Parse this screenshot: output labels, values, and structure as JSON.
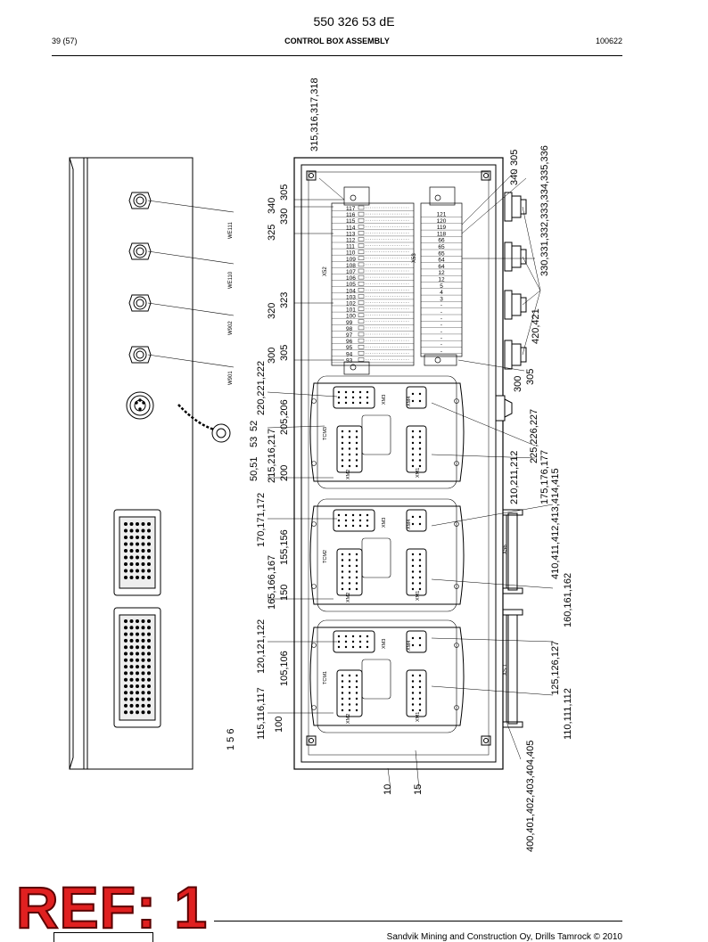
{
  "header": {
    "doc_number": "550 326 53 dE",
    "page": "39 (57)",
    "title": "CONTROL BOX ASSEMBLY",
    "revision": "100622"
  },
  "ref_stamp": "REF: 1",
  "footer": {
    "copyright": "Sandvik Mining and Construction Oy, Drills Tamrock © 2010"
  },
  "connector_labels": [
    "WE111",
    "WE110",
    "W902",
    "W901"
  ],
  "module_labels": {
    "tcm3": "TCM3",
    "tcm2": "TCM2",
    "tcm1": "TCM1",
    "xm1": "XM1",
    "xm2": "XM2",
    "xm3": "XM3",
    "xm4": "XM4",
    "x52": "X52",
    "x53": "X53",
    "x56": "X56",
    "x51": "XS 1"
  },
  "terminal_left": [
    "117",
    "116",
    "115",
    "114",
    "113",
    "112",
    "111",
    "110",
    "109",
    "108",
    "107",
    "106",
    "105",
    "104",
    "103",
    "102",
    "101",
    "100",
    "99",
    "98",
    "97",
    "96",
    "95",
    "94",
    "93"
  ],
  "terminal_right": [
    "121",
    "120",
    "119",
    "118",
    "66",
    "65",
    "65",
    "64",
    "64",
    "12",
    "12",
    "5",
    "4",
    "3",
    "-",
    "-",
    "-",
    "-",
    "-",
    "-",
    "-",
    "-"
  ],
  "callouts": {
    "c_315": "315,316,317,318",
    "c_305a": "305",
    "c_340": "340",
    "c_330": "330",
    "c_325": "325",
    "c_320": "320",
    "c_323": "323",
    "c_300a": "300",
    "c_305b": "305",
    "c_220": "220,221,222",
    "c_205": "205,206",
    "c_52": "52",
    "c_53": "53",
    "c_5051": "50,51",
    "c_215": "215,216,217",
    "c_200": "200",
    "c_170": "170,171,172",
    "c_155": "155,156",
    "c_165": "165,166,167",
    "c_150": "150",
    "c_120": "120,121,122",
    "c_105": "105,106",
    "c_115": "115,116,117",
    "c_100": "100",
    "c_156": "1 5 6",
    "c_10": "10",
    "c_15": "15",
    "c_400": "400,401,402,403,404,405",
    "c_110": "110,111,112",
    "c_125": "125,126,127",
    "c_160": "160,161,162",
    "c_410": "410,411,412,413,414,415",
    "c_175": "175,176,177",
    "c_210": "210,211,212",
    "c_225": "225,226,227",
    "c_300b": "300",
    "c_305c": "305",
    "c_420": "420,421",
    "c_330x": "330,331,332,333,334,335,336",
    "c_340b": "340",
    "c_305d": "305"
  }
}
